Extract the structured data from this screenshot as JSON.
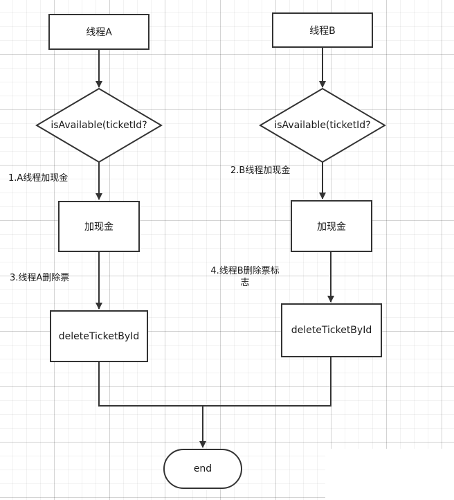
{
  "nodes": {
    "thread_a": "线程A",
    "thread_b": "线程B",
    "check_a": "isAvailable(ticketId?",
    "check_b": "isAvailable(ticketId?",
    "cash_a": "加现金",
    "cash_b": "加现金",
    "delete_a": "deleteTicketById",
    "delete_b": "deleteTicketById",
    "end": "end"
  },
  "annotations": {
    "step1": "1.A线程加现金",
    "step2": "2.B线程加现金",
    "step3": "3.线程A删除票",
    "step4_line1": "4.线程B删除票标",
    "step4_line2": "志"
  },
  "colors": {
    "stroke": "#333333",
    "grid": "#e5e5e5",
    "text": "#1a1a1a"
  }
}
